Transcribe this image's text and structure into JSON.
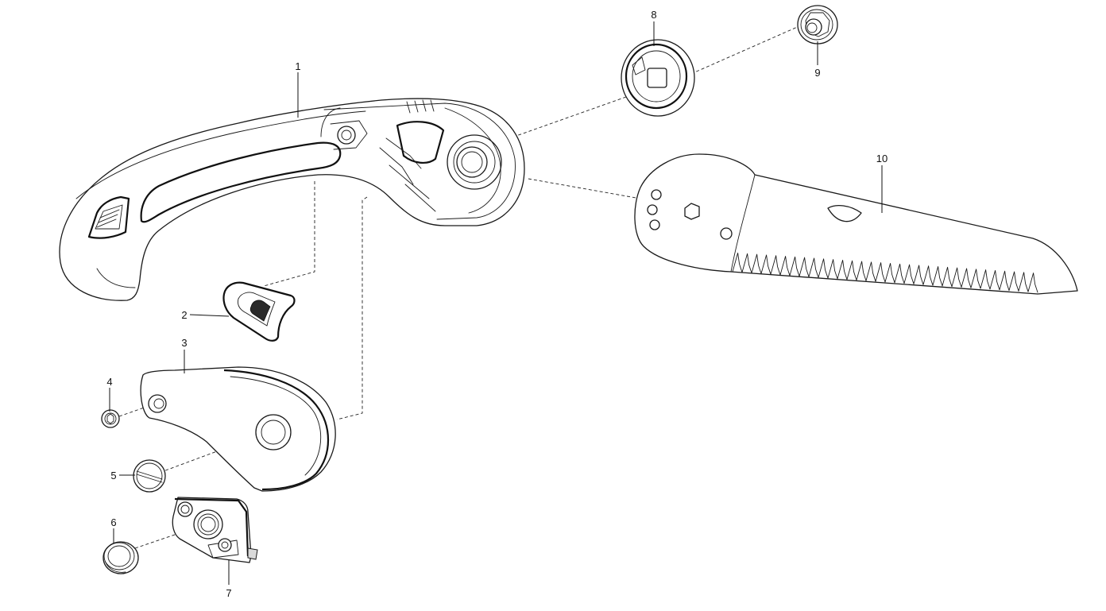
{
  "callouts": [
    {
      "id": "1",
      "text": "1"
    },
    {
      "id": "2",
      "text": "2"
    },
    {
      "id": "3",
      "text": "3"
    },
    {
      "id": "4",
      "text": "4"
    },
    {
      "id": "5",
      "text": "5"
    },
    {
      "id": "6",
      "text": "6"
    },
    {
      "id": "7",
      "text": "7"
    },
    {
      "id": "8",
      "text": "8"
    },
    {
      "id": "9",
      "text": "9"
    },
    {
      "id": "10",
      "text": "10"
    }
  ],
  "colors": {
    "line": "#1a1a1a",
    "background": "#ffffff"
  }
}
